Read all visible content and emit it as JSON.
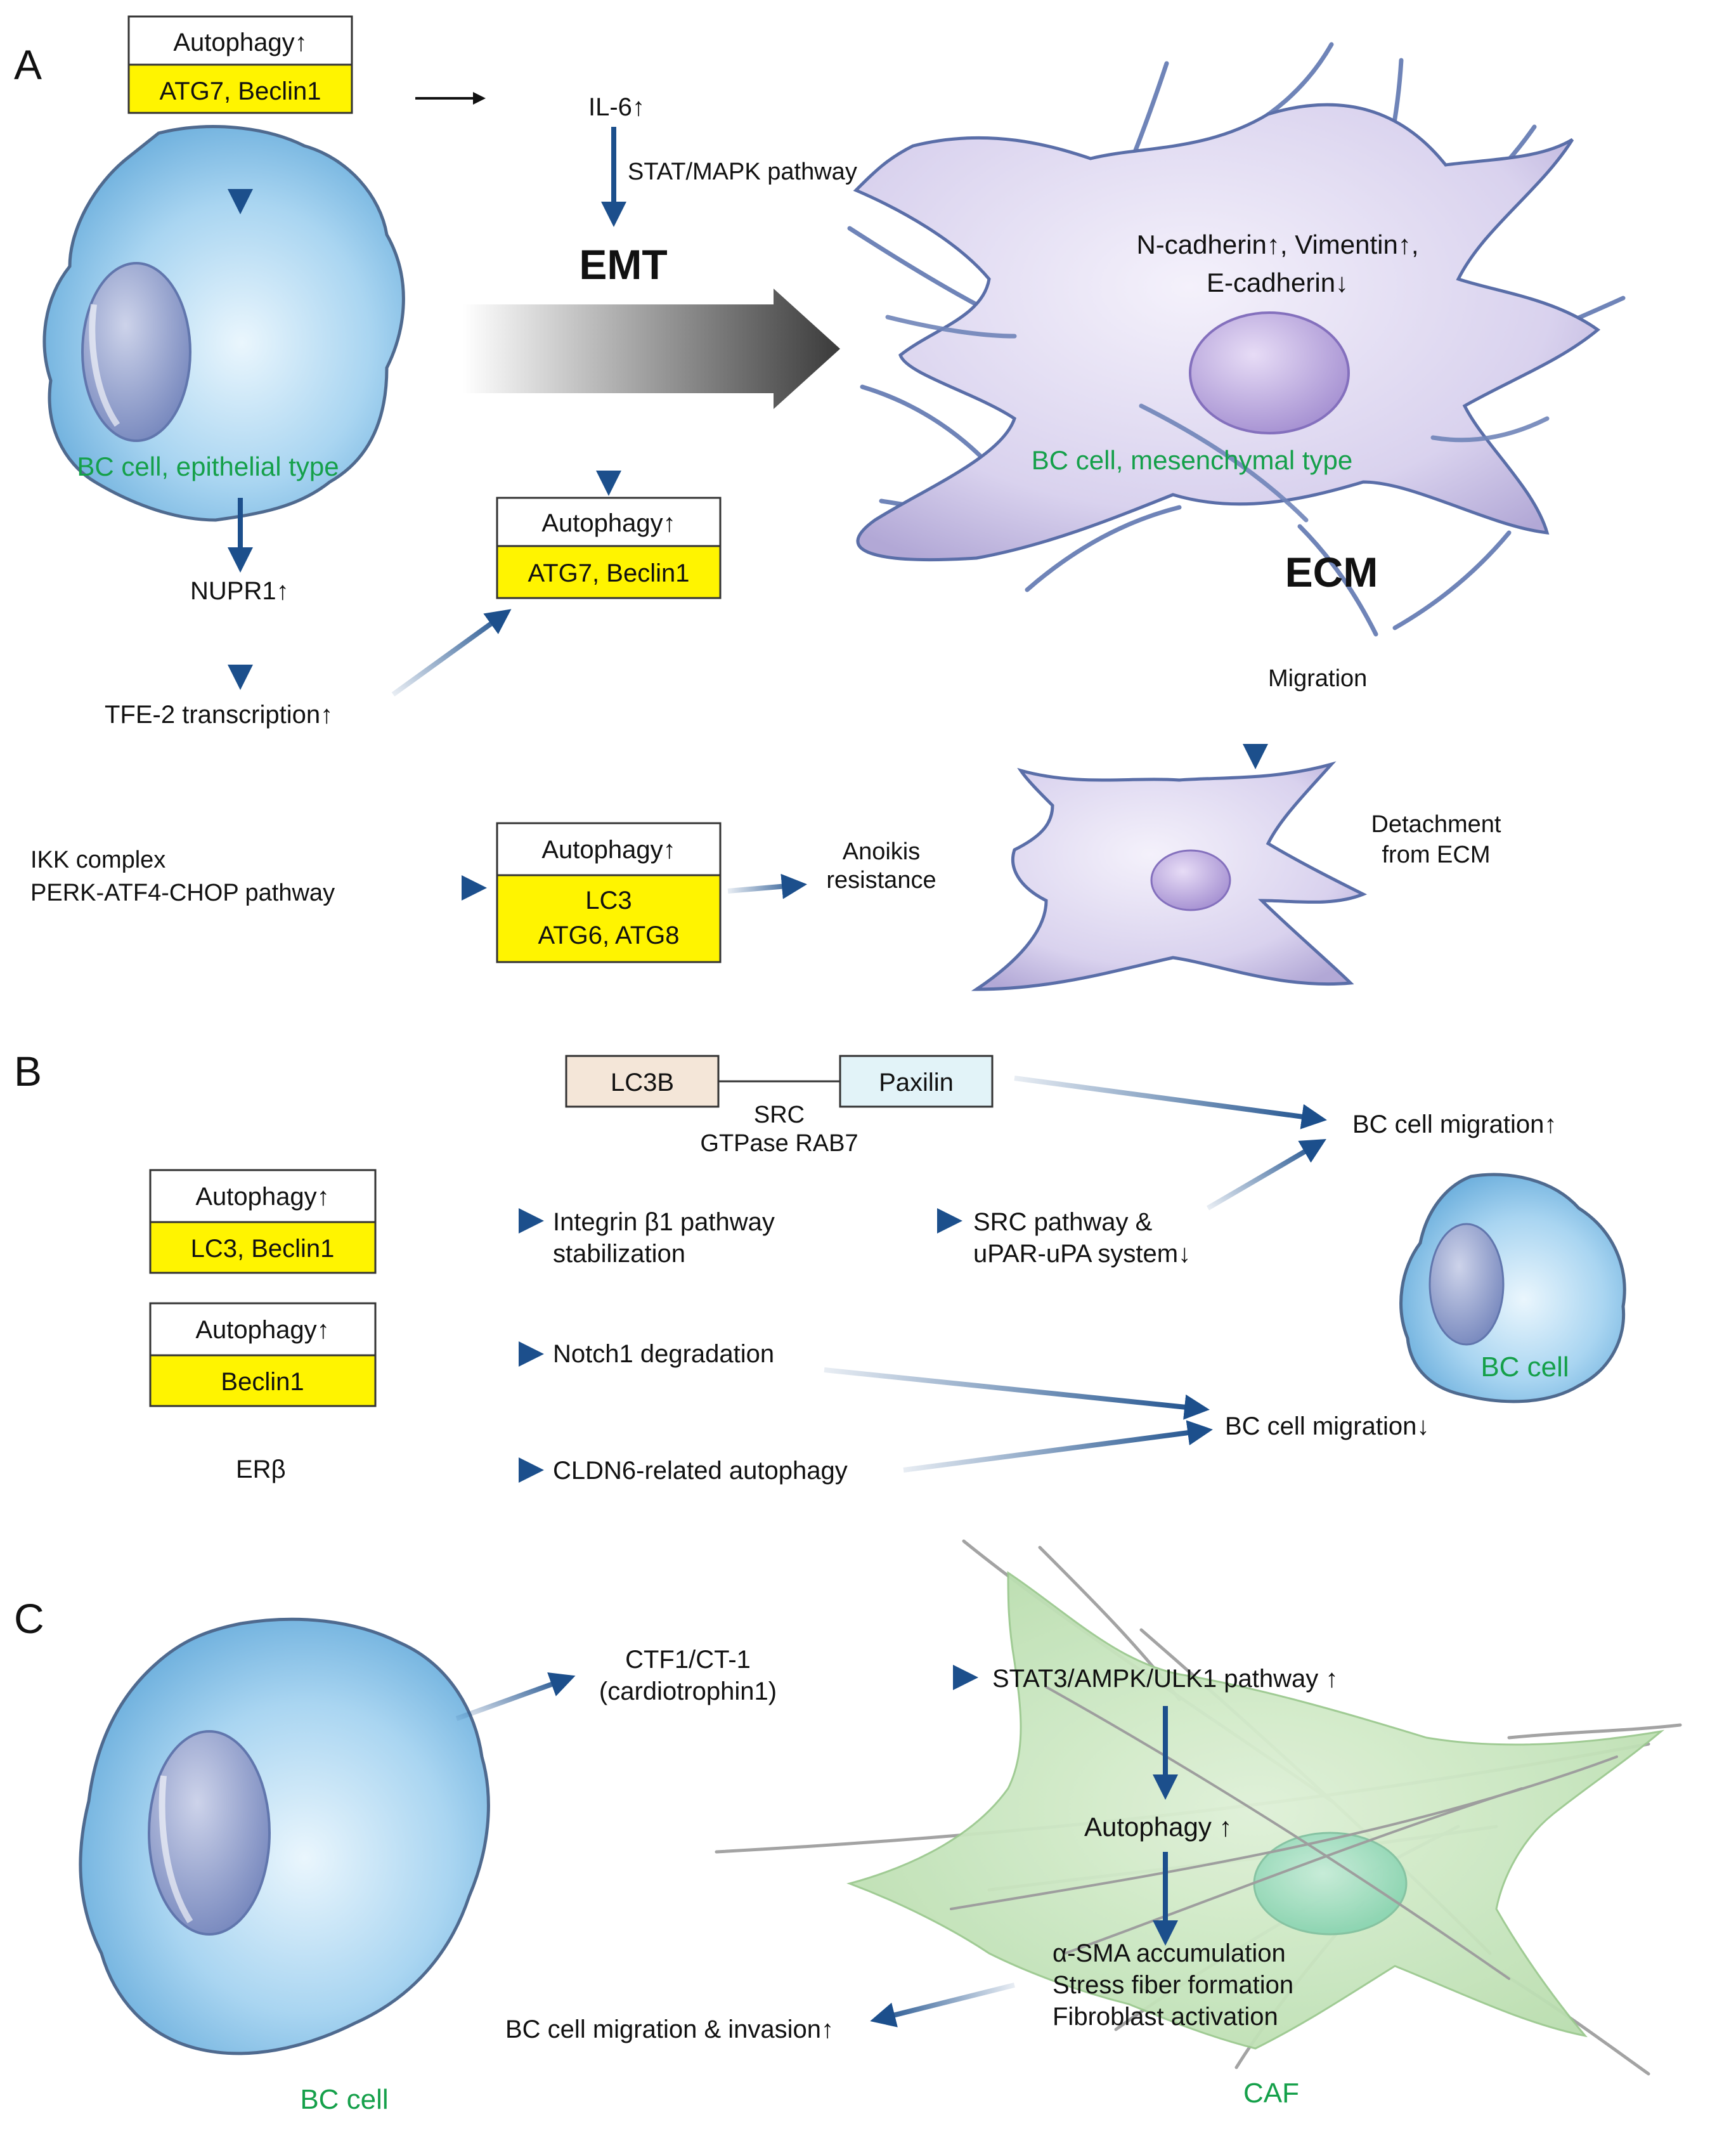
{
  "panels": {
    "a": {
      "letter": "A",
      "box1": {
        "head": "Autophagy",
        "body": "ATG7, Beclin1"
      },
      "il6": "IL-6",
      "stat_mapk": "STAT/MAPK pathway",
      "emt": "EMT",
      "markers_line1": "N-cadherin↑, Vimentin",
      "markers_line2": "E-cadherin",
      "epithelial_label": "BC cell, epithelial type",
      "mesenchymal_label": "BC cell, mesenchymal type",
      "box2": {
        "head": "Autophagy",
        "body": "ATG7, Beclin1"
      },
      "ecm": "ECM",
      "nupr1": "NUPR1",
      "tfe2": "TFE-2 transcription",
      "migration": "Migration",
      "ikk": "IKK complex",
      "perk": "PERK-ATF4-CHOP pathway",
      "box3": {
        "head": "Autophagy",
        "body1": "LC3",
        "body2": "ATG6, ATG8"
      },
      "anoikis1": "Anoikis",
      "anoikis2": "resistance",
      "detach1": "Detachment",
      "detach2": "from ECM"
    },
    "b": {
      "letter": "B",
      "lc3b": "LC3B",
      "paxilin": "Paxilin",
      "src": "SRC",
      "rab7": "GTPase RAB7",
      "migration_up": "BC cell migration",
      "box1": {
        "head": "Autophagy",
        "body": "LC3, Beclin1"
      },
      "integrin1": "Integrin β1 pathway",
      "integrin2": "stabilization",
      "src_path1": "SRC pathway &",
      "src_path2": "uPAR-uPA system",
      "bc_cell": "BC cell",
      "box2": {
        "head": "Autophagy",
        "body": "Beclin1"
      },
      "notch": "Notch1 degradation",
      "migration_down": "BC cell migration",
      "erb": "ERβ",
      "cldn6": "CLDN6-related autophagy"
    },
    "c": {
      "letter": "C",
      "ctf1a": "CTF1/CT-1",
      "ctf1b": "(cardiotrophin1)",
      "stat3": "STAT3/AMPK/ULK1 pathway",
      "autophagy": "Autophagy",
      "sma": "α-SMA accumulation",
      "stress": "Stress fiber formation",
      "fibro": "Fibroblast activation",
      "invasion": "BC cell migration & invasion",
      "bc_cell": "BC cell",
      "caf": "CAF"
    }
  },
  "colors": {
    "arrow_blue": "#1c4f8c",
    "label_green": "#15a04a",
    "box_yellow": "#fff400",
    "box_peach": "#f4e6d8",
    "box_lightblue": "#e2f3f8",
    "cell_blue": "#9fcfee",
    "cell_lavender": "#d7d1ec",
    "caf_green": "#c9e6c1"
  },
  "icons": [
    "up-arrow-glyph",
    "down-arrow-glyph"
  ]
}
